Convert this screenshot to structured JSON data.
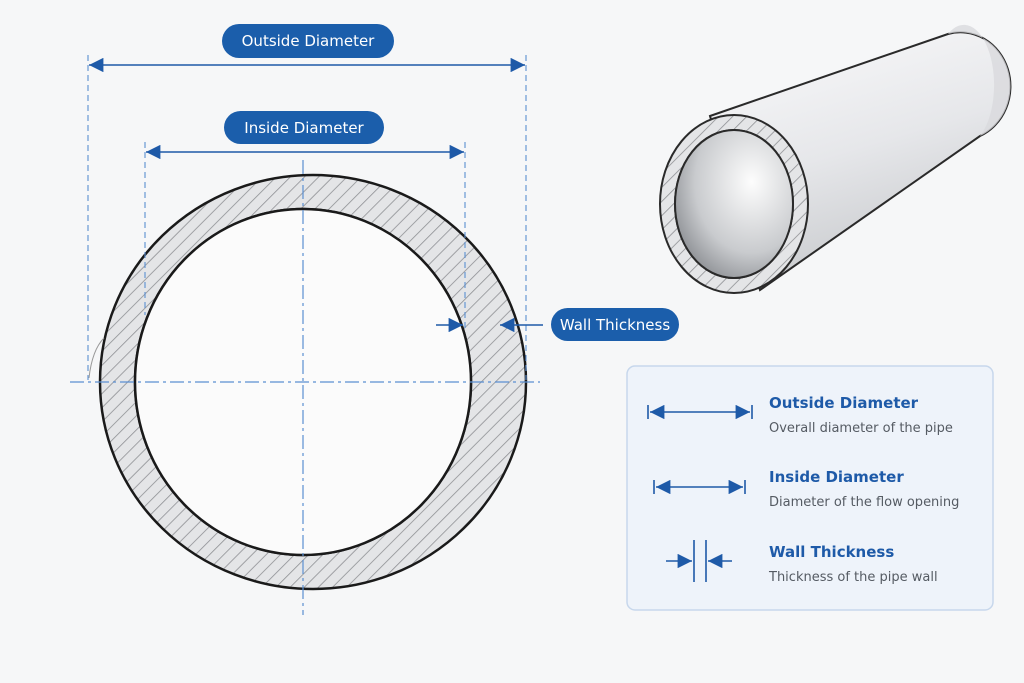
{
  "labels": {
    "outside_diameter": "Outside Diameter",
    "inside_diameter": "Inside Diameter",
    "wall_thickness": "Wall Thickness"
  },
  "legend": {
    "items": [
      {
        "title": "Outside Diameter",
        "description": "Overall diameter of the pipe"
      },
      {
        "title": "Inside Diameter",
        "description": "Diameter of the flow opening"
      },
      {
        "title": "Wall Thickness",
        "description": "Thickness of the pipe wall"
      }
    ]
  },
  "colors": {
    "accent": "#1e5aa8",
    "pill": "#1b5eab",
    "centerline": "#5b8fd1",
    "pipe_outline": "#1a1a1a",
    "legend_bg": "#eef3fa",
    "legend_border": "#c7d7ec"
  }
}
